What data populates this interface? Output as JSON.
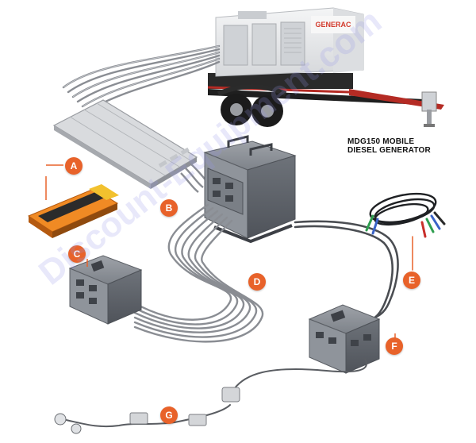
{
  "generator": {
    "brand": "GENERAC",
    "caption_line1": "MDG150 MOBILE",
    "caption_line2": "DIESEL GENERATOR"
  },
  "markers": [
    "A",
    "B",
    "C",
    "D",
    "E",
    "F",
    "G"
  ],
  "watermark": "Discount-Equipment.com",
  "colors": {
    "accent": "#e8622a",
    "cable": "#8a8d93",
    "box": "#6f737a",
    "generator_body": "#e9eaec",
    "trailer": "#1c1c1c"
  },
  "icons": [
    "generator-icon",
    "cable-ramp-icon",
    "power-distribution-box-icon",
    "cable-bundle-icon",
    "connector-icon"
  ]
}
